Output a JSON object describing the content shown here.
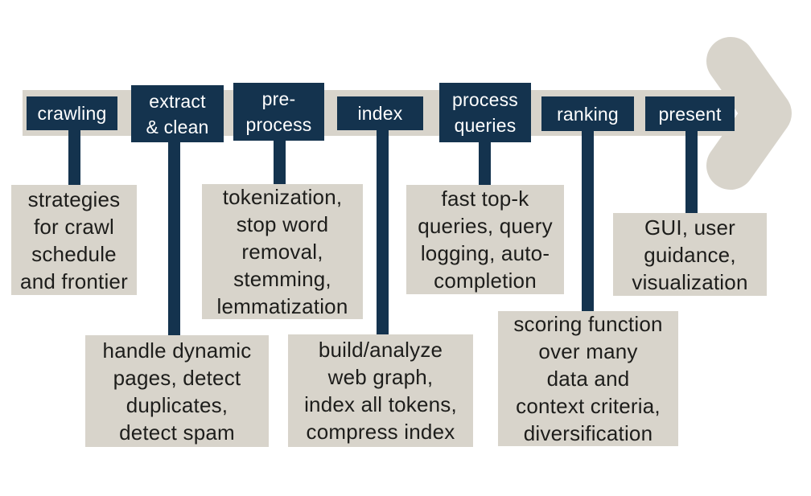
{
  "diagram": {
    "kind": "pipeline-flow",
    "direction": "left-to-right"
  },
  "colors": {
    "stage_box": "#14334e",
    "arrow_band": "#d8d4cb",
    "desc_box": "#d8d4cb",
    "stage_text": "#ffffff",
    "desc_text": "#1d1d1b",
    "background": "#ffffff"
  },
  "icons": {
    "arrow": "flow-arrow-right"
  },
  "stages": [
    {
      "label": "crawling",
      "description": "strategies\nfor crawl\nschedule\nand frontier"
    },
    {
      "label": "extract\n& clean",
      "description": "handle dynamic\npages, detect\nduplicates,\ndetect spam"
    },
    {
      "label": "pre-\nprocess",
      "description": "tokenization,\nstop word\nremoval,\nstemming,\nlemmatization"
    },
    {
      "label": "index",
      "description": "build/analyze\nweb graph,\nindex all tokens,\ncompress index"
    },
    {
      "label": "process\nqueries",
      "description": "fast top-k\nqueries, query\nlogging, auto-\ncompletion"
    },
    {
      "label": "ranking",
      "description": "scoring function\nover many\ndata and\ncontext criteria,\ndiversification"
    },
    {
      "label": "present",
      "description": "GUI, user\nguidance,\nvisualization"
    }
  ]
}
